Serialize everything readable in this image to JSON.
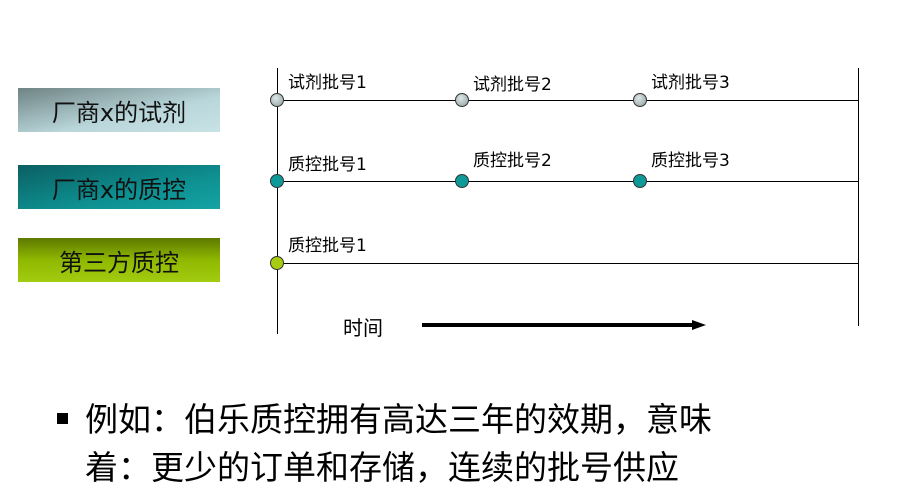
{
  "legend": [
    {
      "label": "厂商x的试剂"
    },
    {
      "label": "厂商x的质控"
    },
    {
      "label": "第三方质控"
    }
  ],
  "rows": [
    {
      "lots": [
        "试剂批号1",
        "试剂批号2",
        "试剂批号3"
      ],
      "color": "#9aaaaa"
    },
    {
      "lots": [
        "质控批号1",
        "质控批号2",
        "质控批号3"
      ],
      "color": "#0f9a9a"
    },
    {
      "lots": [
        "质控批号1"
      ],
      "color": "#a8cc10"
    }
  ],
  "axis": {
    "label": "时间"
  },
  "bullet": {
    "lines": [
      "例如：伯乐质控拥有高达三年的效期，意味",
      "着：更少的订单和存储，连续的批号供应"
    ]
  }
}
